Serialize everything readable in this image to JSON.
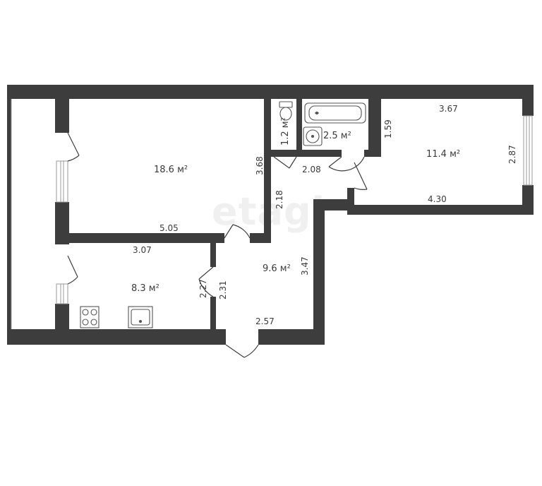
{
  "watermark": "etagi",
  "rooms": {
    "living": {
      "area": "18.6 м²"
    },
    "bedroom": {
      "area": "11.4 м²"
    },
    "kitchen": {
      "area": "8.3 м²"
    },
    "hall": {
      "area": "9.6 м²"
    },
    "toilet": {
      "area": "1.2 м²"
    },
    "bathroom": {
      "area": "2.5 м²"
    }
  },
  "dimensions": {
    "living_width": "5.05",
    "living_depth": "3.68",
    "corridor_length": "2.18",
    "corridor_width": "2.08",
    "bedroom_width_top": "3.67",
    "bedroom_width_bottom": "4.30",
    "bedroom_depth": "2.87",
    "bedroom_wall": "1.59",
    "kitchen_width": "3.07",
    "kitchen_depth": "2.27",
    "hall_depth_left": "2.31",
    "hall_depth_right": "3.47",
    "hall_width": "2.57"
  },
  "colors": {
    "wall": "#3d3d3d",
    "fixture": "#555555",
    "window": "#9a9a9a"
  }
}
